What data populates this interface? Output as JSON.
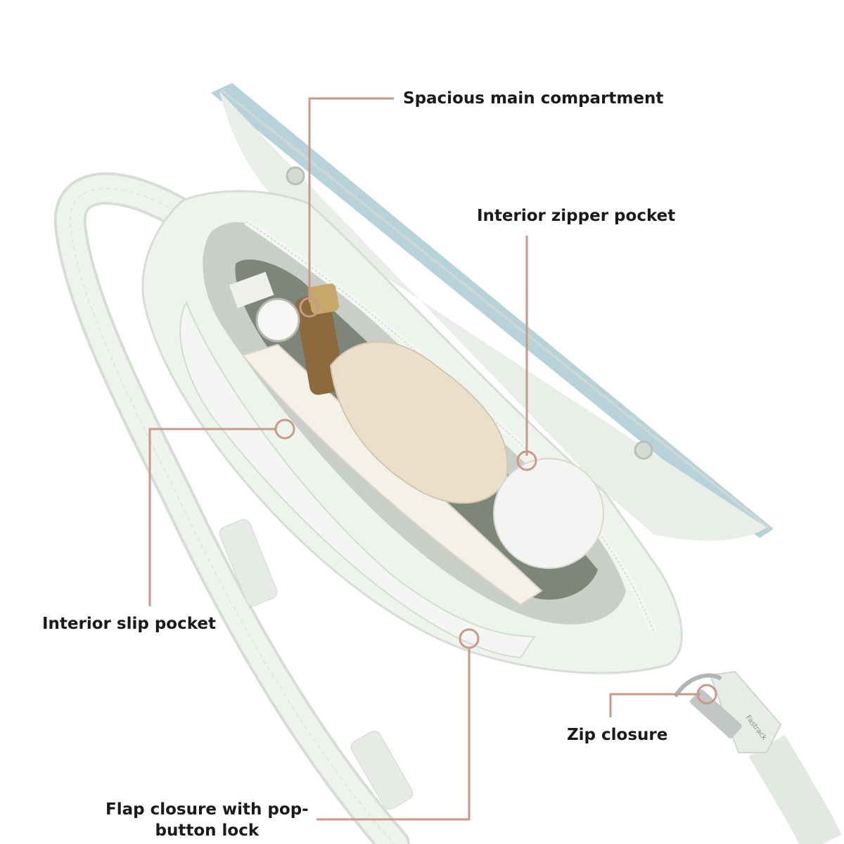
{
  "palette": {
    "callout_line": "#c99a87",
    "label_text": "#1a1a1a",
    "bag_body": "#eff3ee",
    "bag_shadow": "#d7ddd6",
    "flap_edge": "#b8d2da",
    "lining": "#c9cec9",
    "pouch": "#eadfcb",
    "book_pages": "#f4f1e8"
  },
  "icons": {
    "callout_marker": "ring-marker-icon",
    "zip_puller": "zip-puller-icon"
  },
  "zip_puller_text": "Fastrack",
  "callouts": [
    {
      "id": "main-compartment",
      "text": "Spacious main compartment"
    },
    {
      "id": "interior-zipper-pocket",
      "text": "Interior zipper pocket"
    },
    {
      "id": "interior-slip-pocket",
      "text": "Interior slip pocket"
    },
    {
      "id": "zip-closure",
      "text": "Zip closure"
    },
    {
      "id": "flap-closure",
      "line1": "Flap closure with pop-",
      "line2": "button lock"
    }
  ]
}
